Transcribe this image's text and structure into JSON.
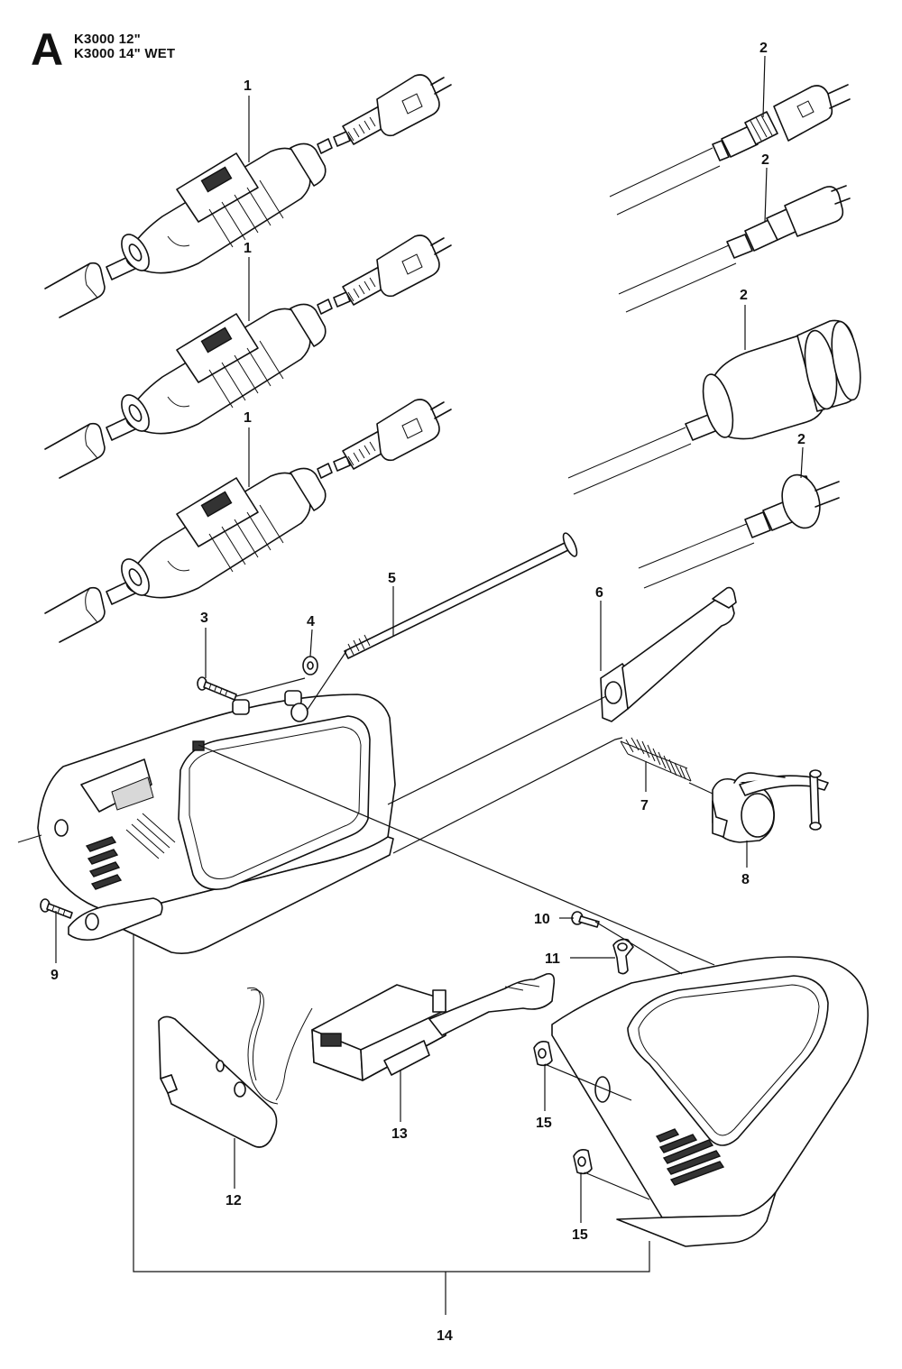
{
  "section": "A",
  "models": [
    "K3000 12\"",
    "K3000 14\" WET"
  ],
  "callouts": {
    "c1a": "1",
    "c1b": "1",
    "c1c": "1",
    "c2a": "2",
    "c2b": "2",
    "c2c": "2",
    "c2d": "2",
    "c3": "3",
    "c4": "4",
    "c5": "5",
    "c6": "6",
    "c7": "7",
    "c8": "8",
    "c9": "9",
    "c10": "10",
    "c11": "11",
    "c12": "12",
    "c13": "13",
    "c15a": "15",
    "c15b": "15",
    "c14": "14"
  },
  "icons": {
    "pcrd": "plug-with-circuit-breaker-icon",
    "plug": "power-plug-icon",
    "housing": "handle-housing-icon",
    "switch": "trigger-switch-icon"
  }
}
